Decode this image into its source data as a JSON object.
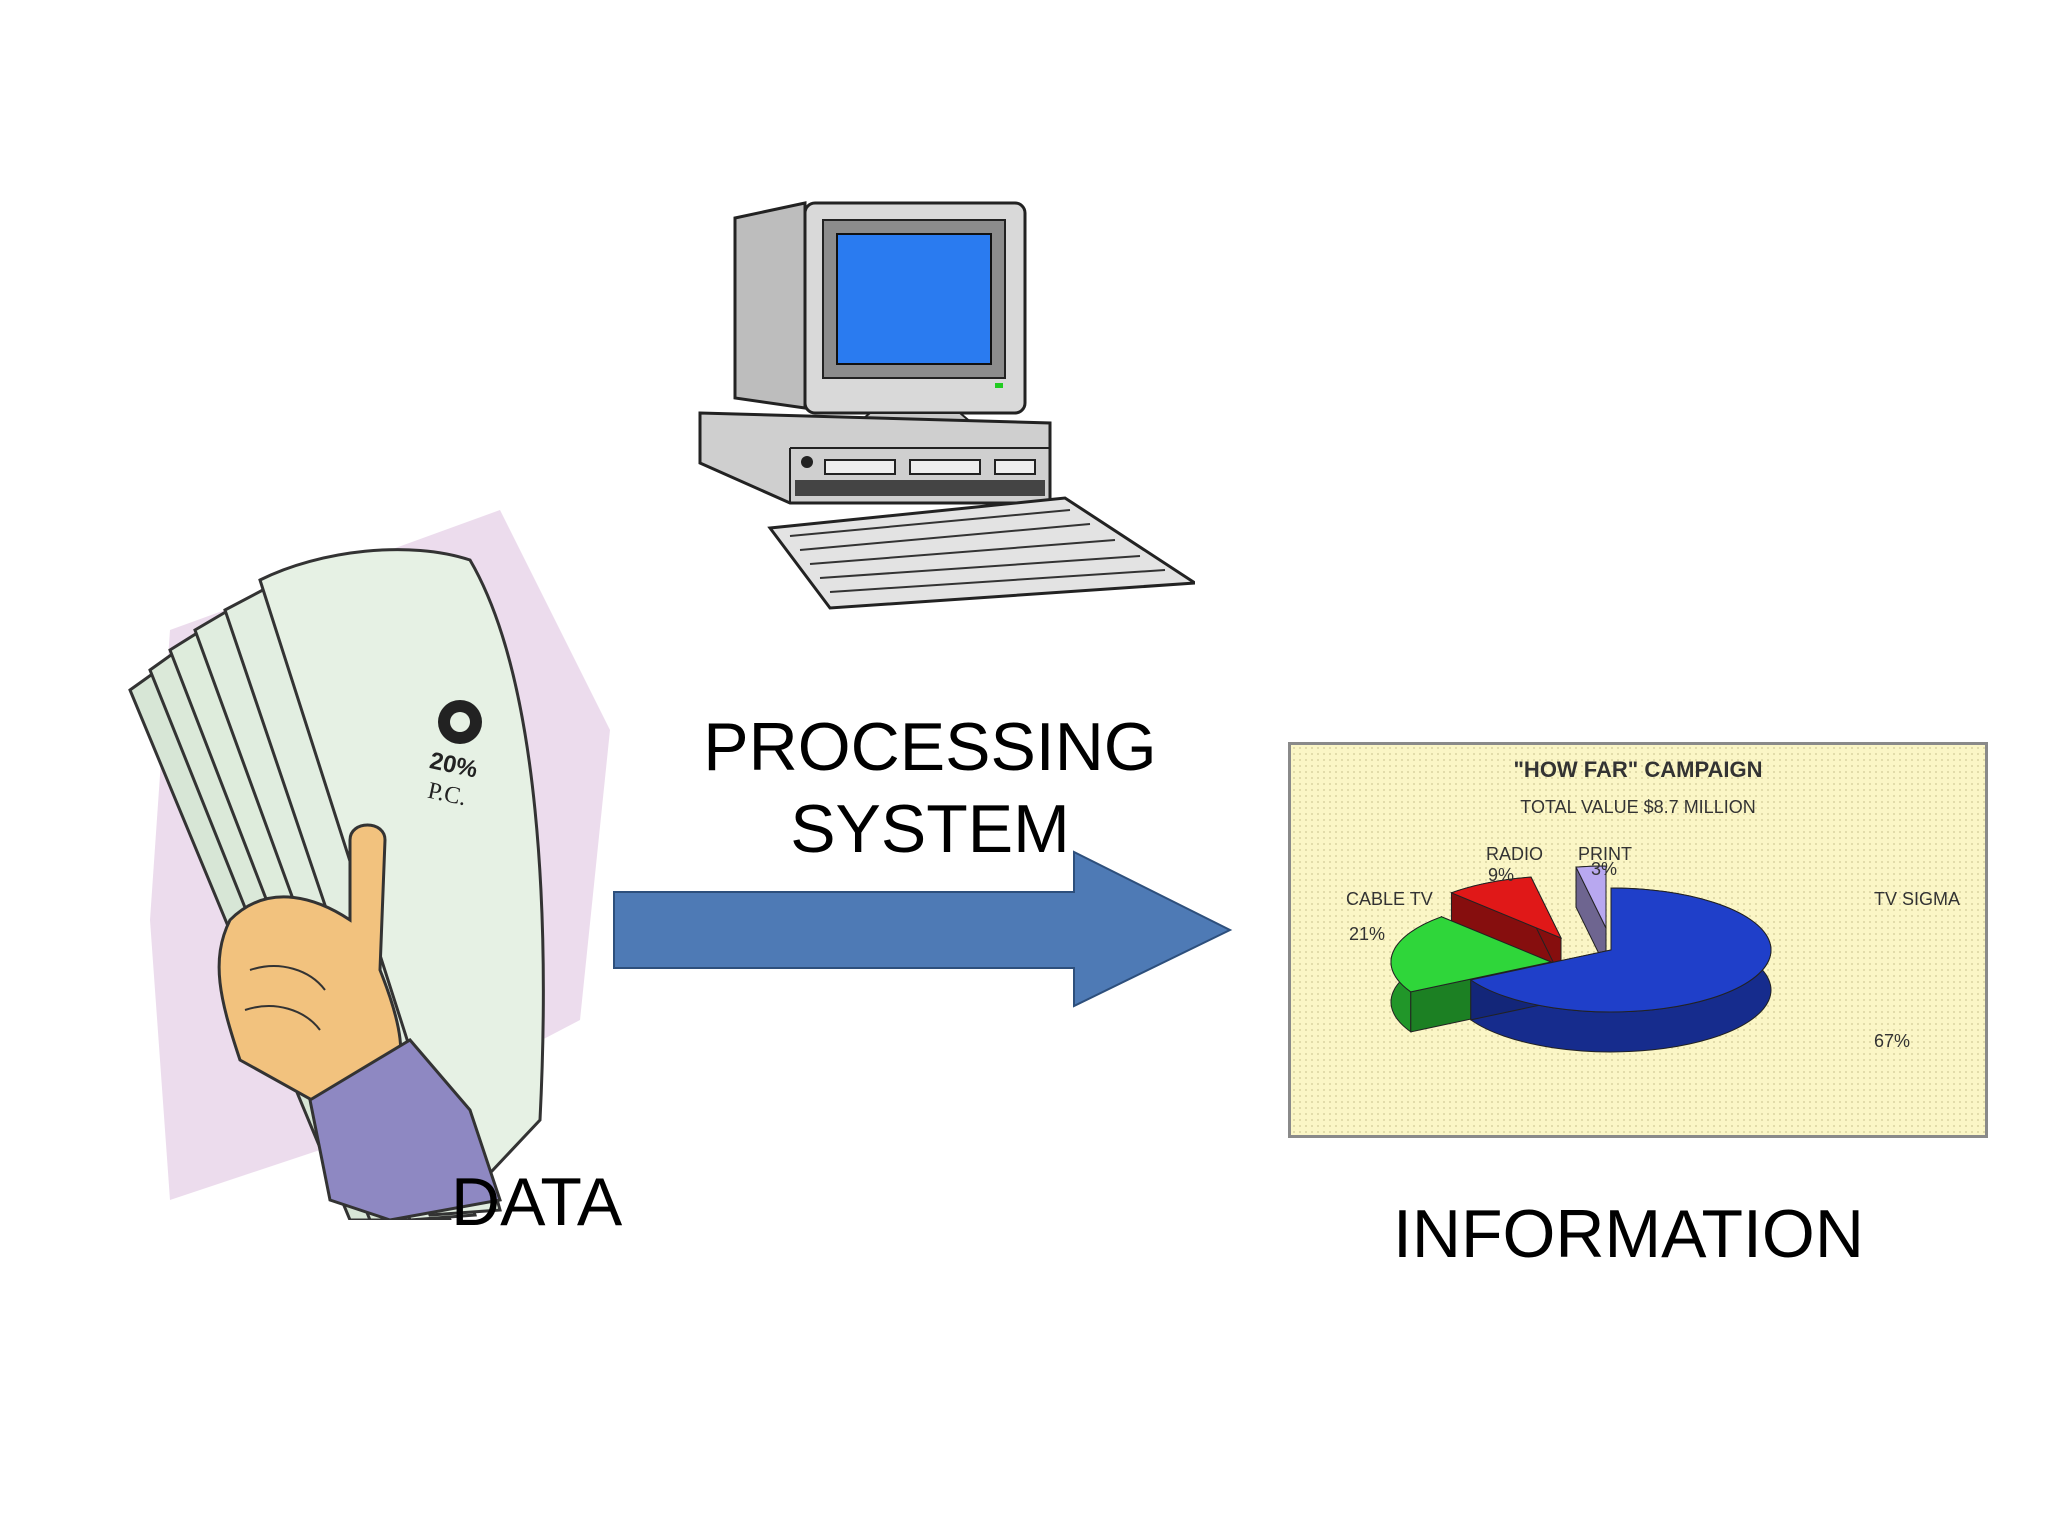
{
  "labels": {
    "processing_line1": "PROCESSING",
    "processing_line2": "SYSTEM",
    "data": "DATA",
    "information": "INFORMATION"
  },
  "icons": {
    "papers": "hand-holding-papers-icon",
    "computer": "desktop-computer-icon",
    "arrow": "right-arrow-icon"
  },
  "papers_stamp": {
    "percent": "20%",
    "text": "P.C."
  },
  "colors": {
    "arrow": "#4e7ab5",
    "screen": "#2a7bf0",
    "chart_bg": "#fbf6c6"
  },
  "chart_data": {
    "type": "pie",
    "title": "\"HOW FAR\" CAMPAIGN",
    "subtitle": "TOTAL VALUE $8.7 MILLION",
    "slices": [
      {
        "label": "TV SIGMA",
        "value": 67,
        "value_label": "67%",
        "color": "#1f3fc9"
      },
      {
        "label": "CABLE TV",
        "value": 21,
        "value_label": "21%",
        "color": "#2fd63a"
      },
      {
        "label": "RADIO",
        "value": 9,
        "value_label": "9%",
        "color": "#e01818"
      },
      {
        "label": "PRINT",
        "value": 3,
        "value_label": "3%",
        "color": "#b8a8f0"
      }
    ]
  }
}
